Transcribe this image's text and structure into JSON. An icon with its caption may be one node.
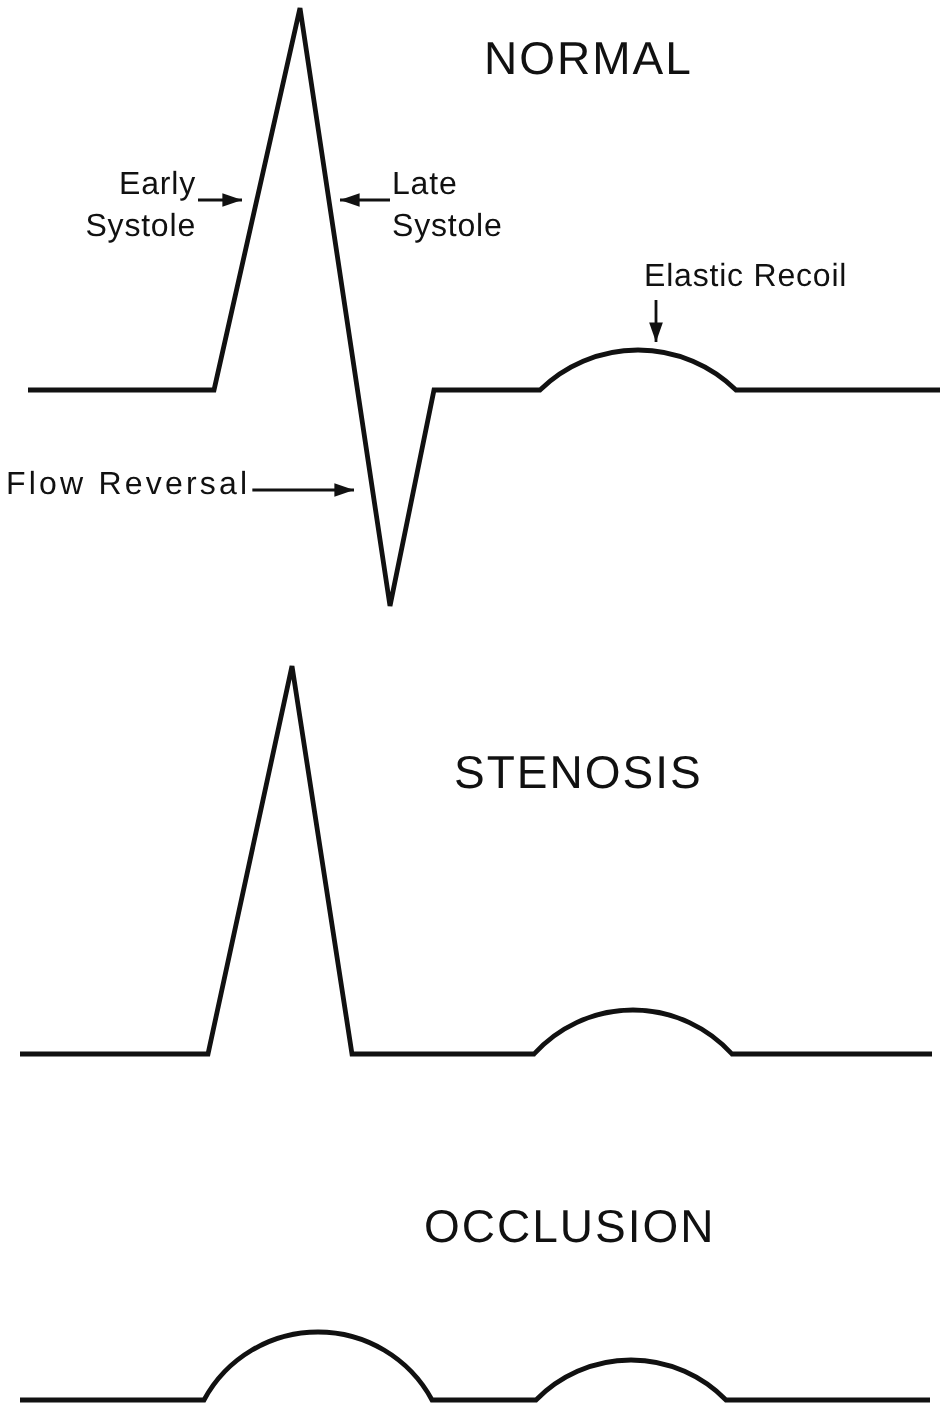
{
  "diagram": {
    "nodes": [
      {
        "text": [
          "Early Systole"
        ]
      },
      {
        "text": [
          "Late Systole"
        ]
      },
      {
        "text": [
          "Elastic Recoil"
        ]
      },
      {
        "text": [
          "Flow Reversal"
        ]
      }
    ],
    "edges": [
      {
        "from": 0,
        "to": null,
        "arrow": "to"
      },
      {
        "from": 1,
        "to": null,
        "arrow": "to"
      },
      {
        "from": 2,
        "to": null,
        "arrow": "to"
      },
      {
        "from": 3,
        "to": null,
        "arrow": "to"
      }
    ],
    "labels": [
      "NORMAL",
      "STENOSIS",
      "OCCLUSION"
    ]
  }
}
